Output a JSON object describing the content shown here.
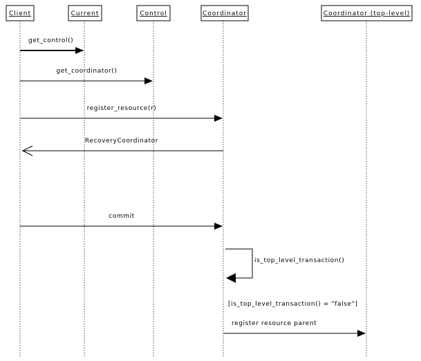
{
  "diagram": {
    "type": "sequence",
    "participants": [
      {
        "id": "client",
        "label": "Client"
      },
      {
        "id": "current",
        "label": "Current"
      },
      {
        "id": "control",
        "label": "Control"
      },
      {
        "id": "coordinator",
        "label": "Coordinator"
      },
      {
        "id": "toplevel",
        "label": "Coordinator (top-level)"
      }
    ],
    "messages": [
      {
        "id": "m1",
        "from": "client",
        "to": "current",
        "label": "get_control()",
        "style": "bold"
      },
      {
        "id": "m2",
        "from": "client",
        "to": "control",
        "label": "get_coordinator()",
        "style": "solid"
      },
      {
        "id": "m3",
        "from": "client",
        "to": "coordinator",
        "label": "register_resource(r)",
        "style": "solid"
      },
      {
        "id": "m4",
        "from": "coordinator",
        "to": "client",
        "label": "RecoveryCoordinator",
        "style": "return"
      },
      {
        "id": "m5",
        "from": "client",
        "to": "coordinator",
        "label": "commit",
        "style": "solid"
      },
      {
        "id": "m6",
        "from": "coordinator",
        "to": "coordinator",
        "label": "is_top_level_transaction()",
        "style": "self"
      },
      {
        "id": "m7",
        "from": "coordinator",
        "to": "toplevel",
        "label": "register resource parent",
        "style": "solid",
        "guard": "[is_top_level_transaction() = \"false\"]"
      }
    ]
  }
}
